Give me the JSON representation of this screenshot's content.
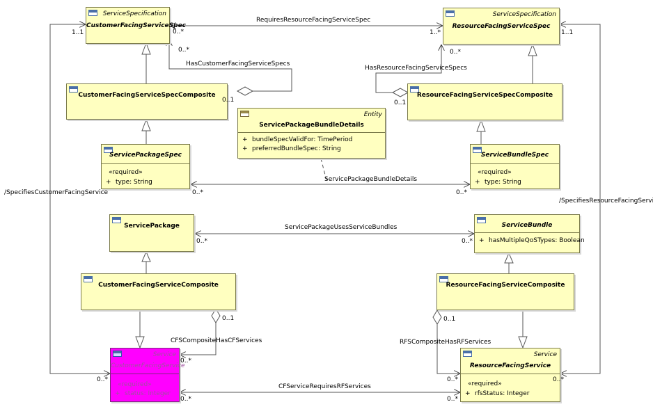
{
  "stereotypes": {
    "service_specification": "ServiceSpecification",
    "entity": "Entity",
    "service": "Service",
    "required": "«required»"
  },
  "classes": {
    "cfss": {
      "name": "CustomerFacingServiceSpec",
      "stereotype": "ServiceSpecification"
    },
    "rfss": {
      "name": "ResourceFacingServiceSpec",
      "stereotype": "ServiceSpecification"
    },
    "cfssc": {
      "name": "CustomerFacingServiceSpecComposite"
    },
    "rfssc": {
      "name": "ResourceFacingServiceSpecComposite"
    },
    "spbd": {
      "name": "ServicePackageBundleDetails",
      "stereotype": "Entity",
      "attributes": [
        {
          "vis": "+",
          "text": "bundleSpecValidFor: TimePeriod"
        },
        {
          "vis": "+",
          "text": "preferredBundleSpec: String"
        }
      ]
    },
    "sps": {
      "name": "ServicePackageSpec",
      "required": "«required»",
      "attributes": [
        {
          "vis": "+",
          "text": "type: String"
        }
      ]
    },
    "sbs": {
      "name": "ServiceBundleSpec",
      "required": "«required»",
      "attributes": [
        {
          "vis": "+",
          "text": "type: String"
        }
      ]
    },
    "sp": {
      "name": "ServicePackage"
    },
    "sb": {
      "name": "ServiceBundle",
      "attributes": [
        {
          "vis": "+",
          "text": "hasMultipleQoSTypes: Boolean"
        }
      ]
    },
    "cfsc": {
      "name": "CustomerFacingServiceComposite"
    },
    "rfsc": {
      "name": "ResourceFacingServiceComposite"
    },
    "cfs": {
      "name": "CustomerFacingService",
      "stereotype": "Service",
      "required": "«required»",
      "attributes": [
        {
          "vis": "+",
          "text": "status: Integer"
        }
      ]
    },
    "rfs": {
      "name": "ResourceFacingService",
      "stereotype": "Service",
      "required": "«required»",
      "attributes": [
        {
          "vis": "+",
          "text": "rfsStatus: Integer"
        }
      ]
    }
  },
  "associations": {
    "requires_rfss": "RequiresResourceFacingServiceSpec",
    "has_cfss": "HasCustomerFacingServiceSpecs",
    "has_rfss": "HasResourceFacingServiceSpecs",
    "spbd": "ServicePackageBundleDetails",
    "specifies_cfs": "/SpecifiesCustomerFacingService",
    "specifies_rfs": "/SpecifiesResourceFacingService",
    "sp_uses_sb": "ServicePackageUsesServiceBundles",
    "cfs_composite": "CFSCompositeHasCFServices",
    "rfs_composite": "RFSCompositeHasRFServices",
    "cfs_requires_rfs": "CFServiceRequiresRFServices"
  },
  "multiplicities": {
    "one_one": "1..1",
    "zero_many": "0..*",
    "one_many": "1..*",
    "zero_one": "0..1"
  }
}
